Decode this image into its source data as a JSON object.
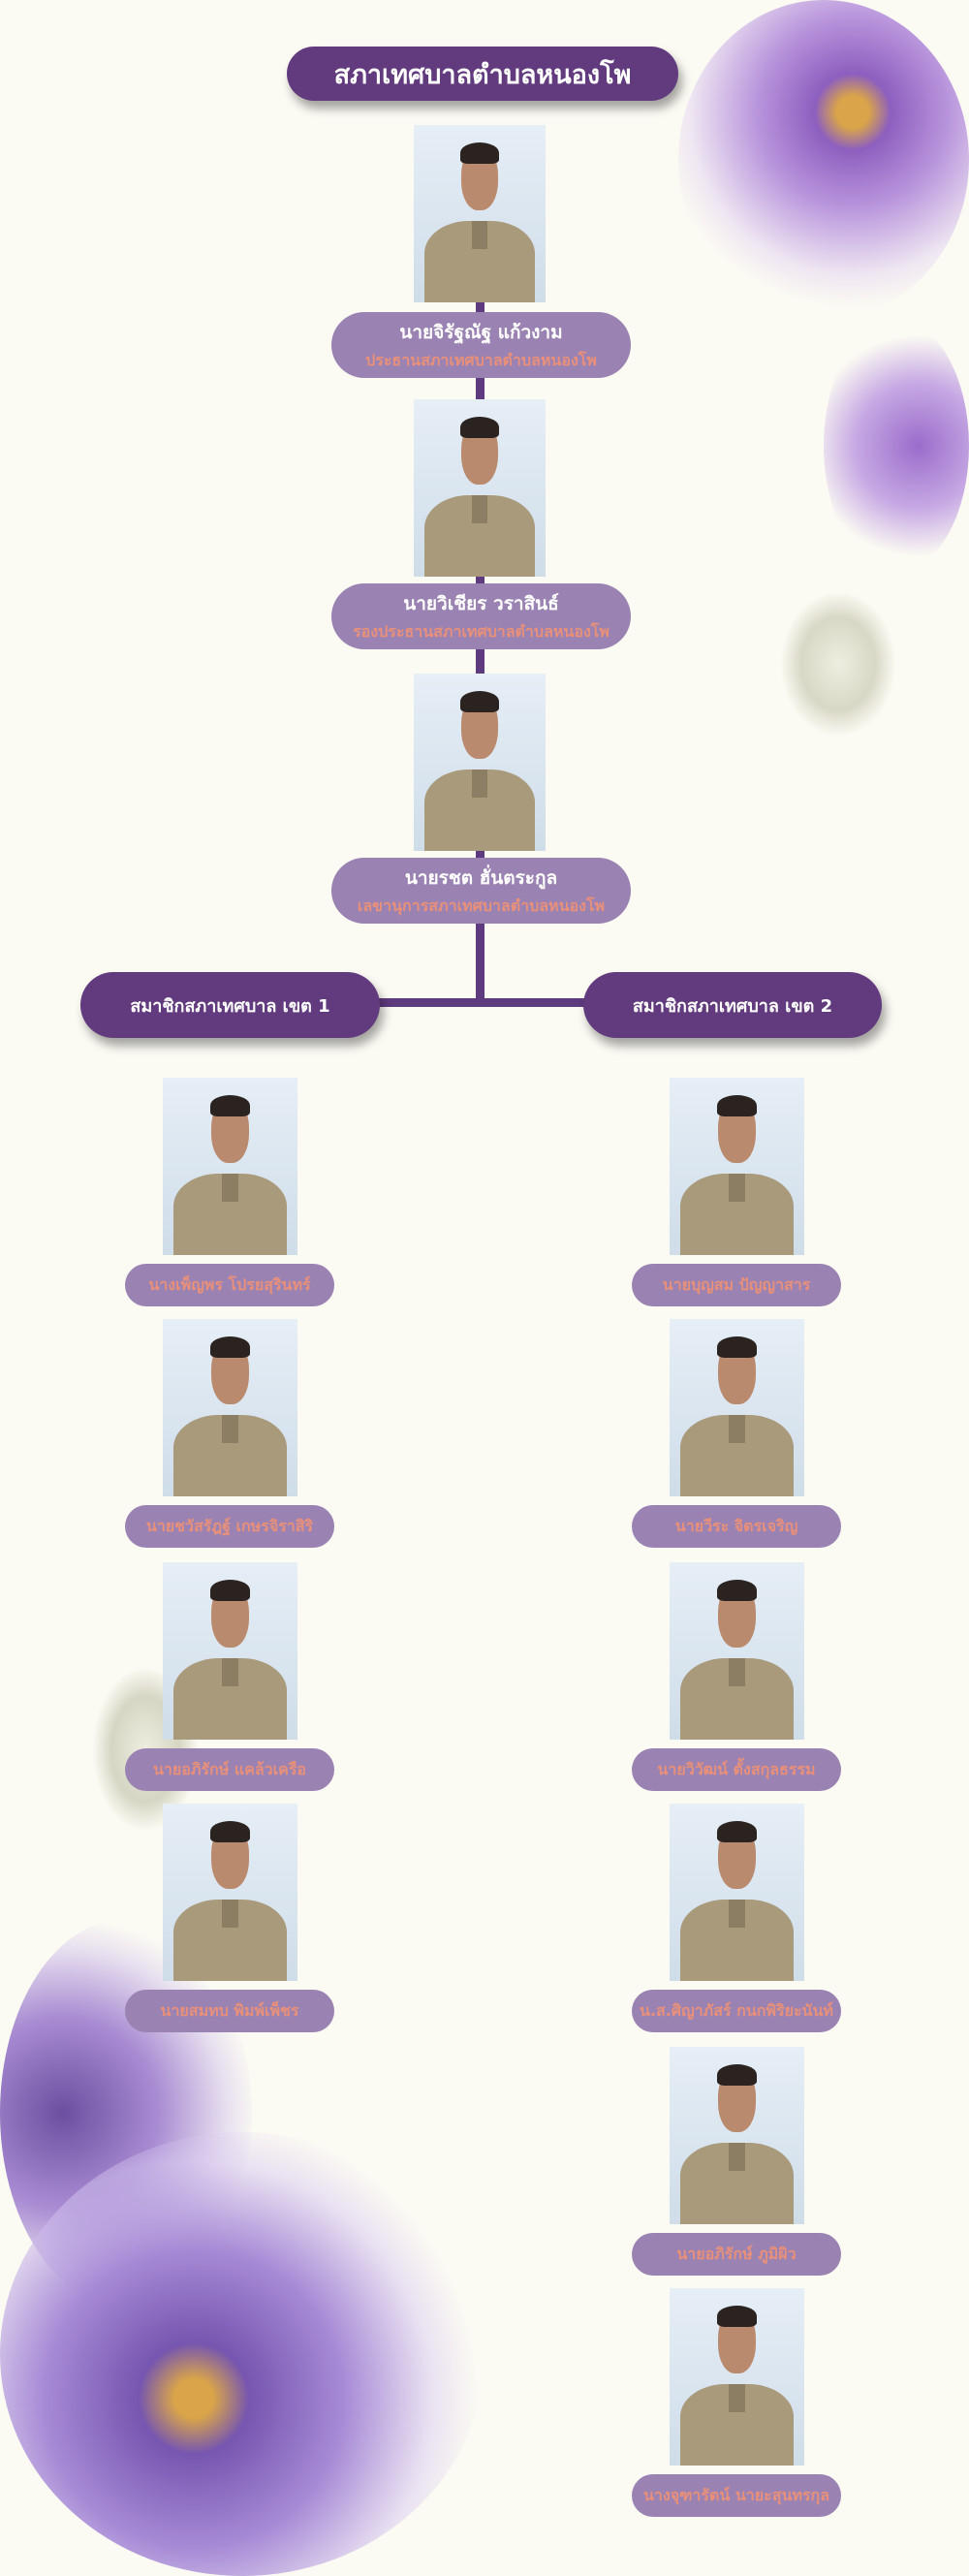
{
  "title": "สภาเทศบาลตำบลหนองโพ",
  "leaders": [
    {
      "name": "นายจิรัฐณัฐ  แก้วงาม",
      "role": "ประธานสภาเทศบาลตำบลหนองโพ"
    },
    {
      "name": "นายวิเชียร  วราสินธ์",
      "role": "รองประธานสภาเทศบาลตำบลหนองโพ"
    },
    {
      "name": "นายรชต  ฮั่นตระกูล",
      "role": "เลขานุการสภาเทศบาลตำบลหนองโพ"
    }
  ],
  "districts": [
    {
      "label": "สมาชิกสภาเทศบาล เขต 1",
      "members": [
        "นางเพ็ญพร โปรยสุรินทร์",
        "นายชวัสรัฎฐ์  เกษรจิราสิริ",
        "นายอภิรักษ์ แคล้วเครือ",
        "นายสมทบ  พิมพ์เพ็ชร"
      ]
    },
    {
      "label": "สมาชิกสภาเทศบาล เขต 2",
      "members": [
        "นายบุญสม ปัญญาสาร",
        "นายวีระ จิตรเจริญ",
        "นายวิวัฒน์  ตั้งสกุลธรรม",
        "น.ส.ศิญาภัสร์ กนกพิริยะนันท์",
        "นายอภิรักษ์  ภูมิผิว",
        "นางจุฑารัตน์ นายะสุนทรกุล"
      ]
    }
  ],
  "colors": {
    "dark": "#623b7e",
    "pill": "#9a82b2",
    "accent": "#e8907a",
    "bg": "#fbfaf3"
  }
}
